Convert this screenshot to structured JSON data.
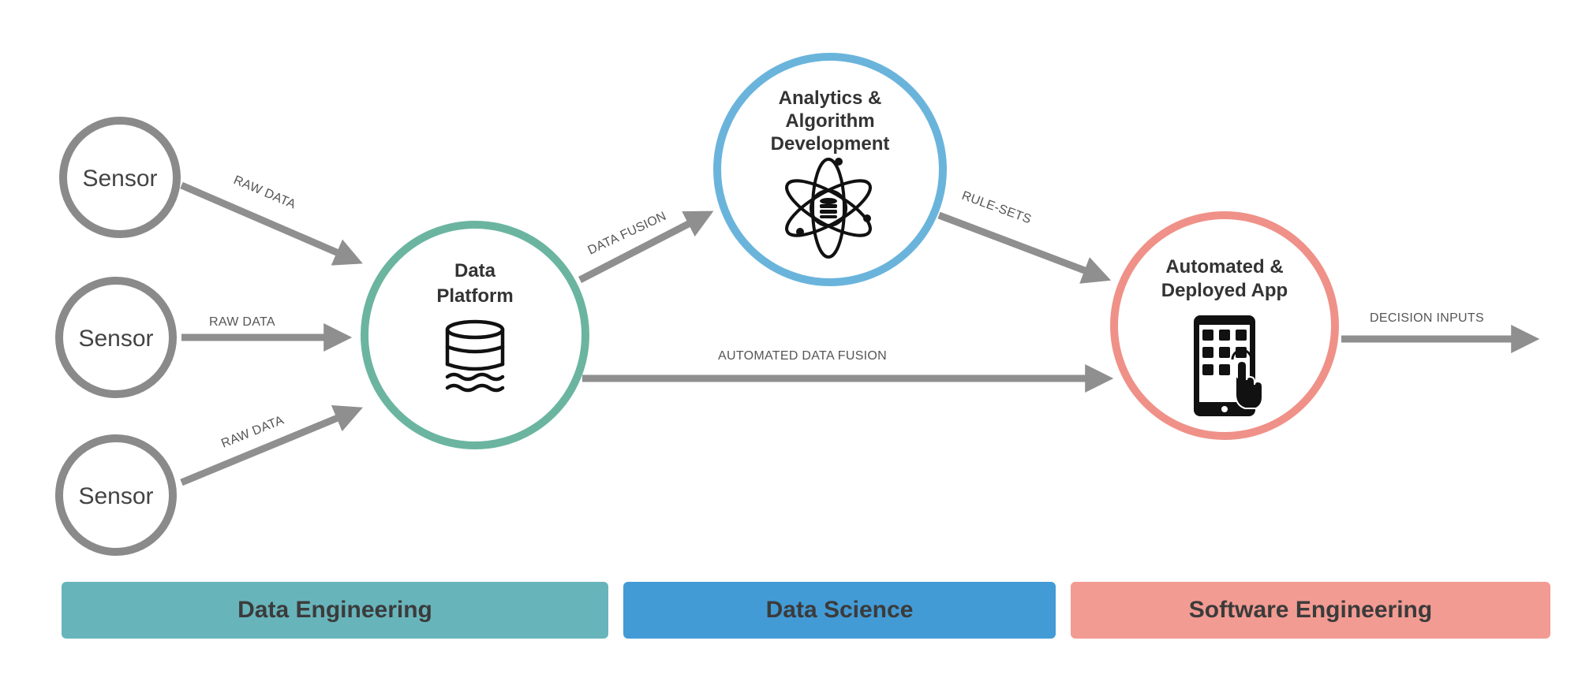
{
  "colors": {
    "arrow": "#8f8f8f",
    "sensor_ring": "#8a8a8a",
    "data_platform_ring": "#6bb5a0",
    "analytics_ring": "#6ab4dc",
    "app_ring": "#ef9188",
    "data_engineering_band": "#68b4bb",
    "data_science_band": "#439bd6",
    "software_engineering_band": "#f29b92"
  },
  "nodes": {
    "sensors": [
      "Sensor",
      "Sensor",
      "Sensor"
    ],
    "data_platform": {
      "title_lines": [
        "Data",
        "Platform"
      ],
      "icon": "database-icon"
    },
    "analytics": {
      "title_lines": [
        "Analytics &",
        "Algorithm",
        "Development"
      ],
      "icon": "atom-database-icon"
    },
    "app": {
      "title_lines": [
        "Automated &",
        "Deployed App"
      ],
      "icon": "tablet-touch-icon"
    }
  },
  "edges": {
    "raw_data_top": "RAW DATA",
    "raw_data_middle": "RAW DATA",
    "raw_data_bottom": "RAW DATA",
    "data_fusion": "DATA FUSION",
    "rule_sets": "RULE-SETS",
    "automated_data_fusion": "AUTOMATED DATA FUSION",
    "decision_inputs": "DECISION INPUTS"
  },
  "bands": {
    "data_engineering": "Data Engineering",
    "data_science": "Data Science",
    "software_engineering": "Software Engineering"
  }
}
